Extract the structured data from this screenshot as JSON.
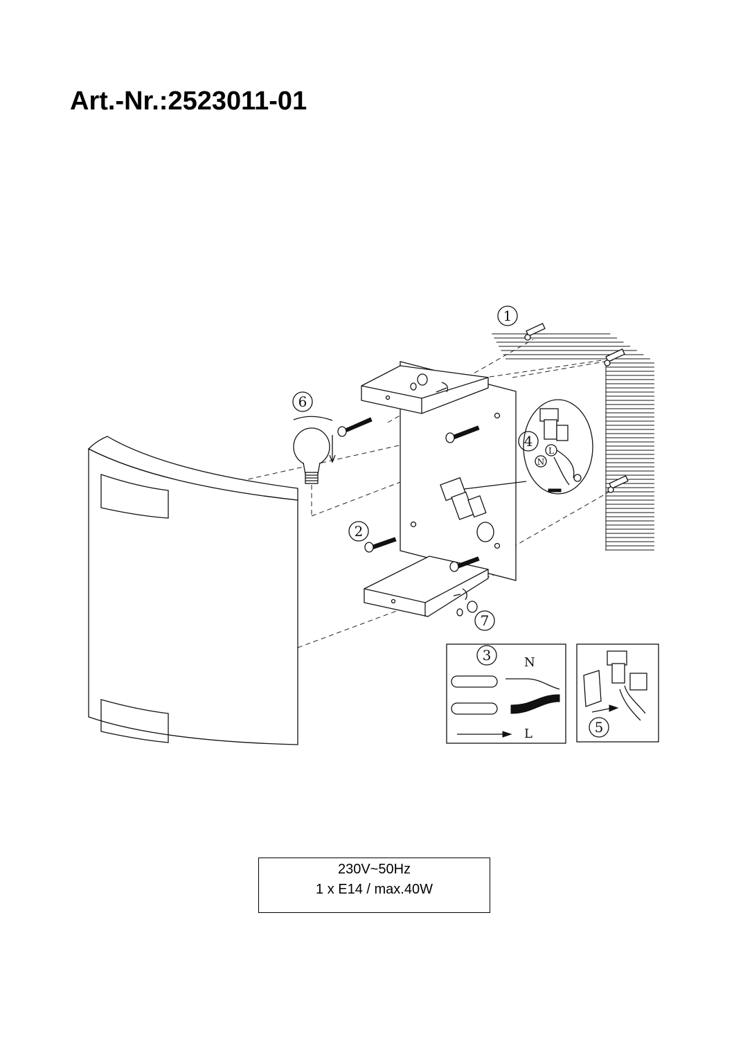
{
  "header": {
    "title": "Art.-Nr.:2523011-01"
  },
  "steps": {
    "wall": "1",
    "screws": "2",
    "wiring": "3",
    "connection": "4",
    "insert": "5",
    "bulb": "6",
    "nut": "7"
  },
  "wiring_detail": {
    "neutral": "N",
    "live": "L"
  },
  "connection_detail": {
    "neutral": "N",
    "live": "L"
  },
  "spec": {
    "line1": "230V~50Hz",
    "line2": "1 x E14 / max.40W"
  }
}
